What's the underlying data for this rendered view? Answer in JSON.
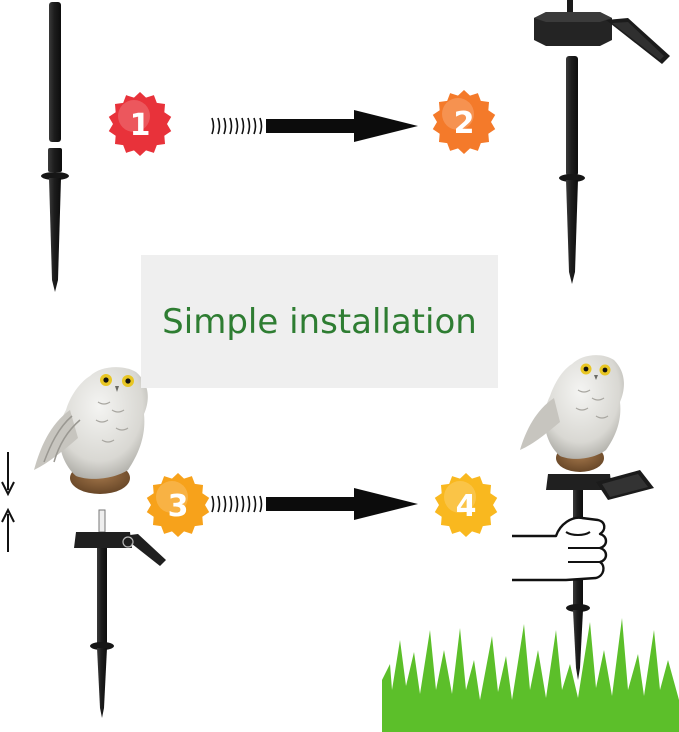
{
  "title": "Simple installation",
  "steps": [
    {
      "number": "1",
      "color": "#e8323a"
    },
    {
      "number": "2",
      "color": "#f47a2a"
    },
    {
      "number": "3",
      "color": "#f7a21b"
    },
    {
      "number": "4",
      "color": "#f9b81f"
    }
  ],
  "colors": {
    "title": "#2e7d32",
    "stake": "#1f1f1f",
    "grass": "#5cbf2a",
    "title_box": "#efefef"
  },
  "icons": {
    "arrow_down": "arrow-down-icon",
    "arrow_up": "arrow-up-icon"
  }
}
